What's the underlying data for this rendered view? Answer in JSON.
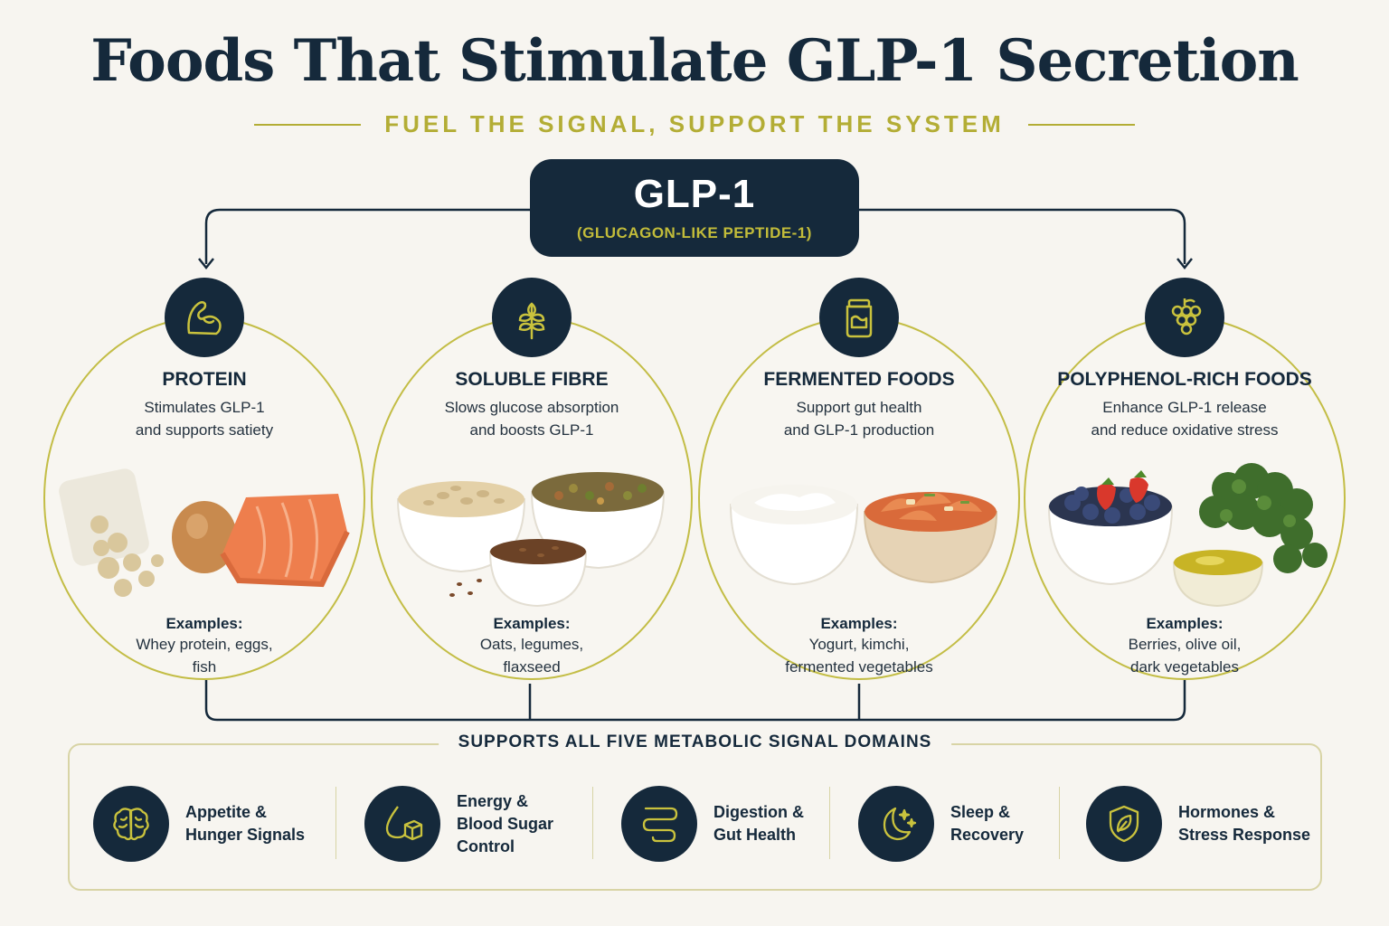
{
  "title": "Foods That Stimulate GLP-1 Secretion",
  "subtitle": "FUEL THE SIGNAL, SUPPORT THE SYSTEM",
  "center": {
    "label": "GLP-1",
    "sublabel": "(GLUCAGON-LIKE PEPTIDE-1)"
  },
  "colors": {
    "navy": "#15293b",
    "accent": "#b3ad35",
    "background": "#f7f5f0"
  },
  "categories": [
    {
      "icon": "flexed-arm-icon",
      "title": "PROTEIN",
      "description": "Stimulates GLP-1\nand supports satiety",
      "examples_label": "Examples:",
      "examples": "Whey protein, eggs,\nfish"
    },
    {
      "icon": "wheat-icon",
      "title": "SOLUBLE FIBRE",
      "description": "Slows glucose absorption\nand boosts GLP-1",
      "examples_label": "Examples:",
      "examples": "Oats, legumes,\nflaxseed"
    },
    {
      "icon": "jar-icon",
      "title": "FERMENTED FOODS",
      "description": "Support gut health\nand GLP-1 production",
      "examples_label": "Examples:",
      "examples": "Yogurt, kimchi,\nfermented vegetables"
    },
    {
      "icon": "grapes-icon",
      "title": "POLYPHENOL-RICH FOODS",
      "description": "Enhance GLP-1 release\nand reduce oxidative stress",
      "examples_label": "Examples:",
      "examples": "Berries, olive oil,\ndark vegetables"
    }
  ],
  "domains_title": "SUPPORTS ALL FIVE METABOLIC SIGNAL DOMAINS",
  "domains": [
    {
      "icon": "brain-icon",
      "label": "Appetite &\nHunger Signals"
    },
    {
      "icon": "drop-cube-icon",
      "label": "Energy &\nBlood Sugar\nControl"
    },
    {
      "icon": "intestine-icon",
      "label": "Digestion &\nGut Health"
    },
    {
      "icon": "moon-stars-icon",
      "label": "Sleep &\nRecovery"
    },
    {
      "icon": "shield-leaf-icon",
      "label": "Hormones &\nStress Response"
    }
  ]
}
